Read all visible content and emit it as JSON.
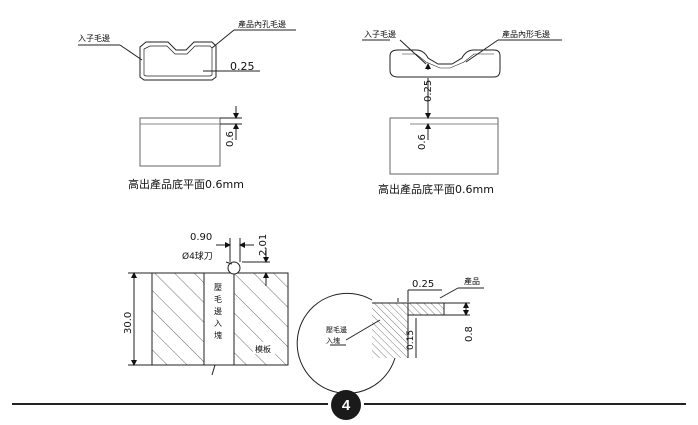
{
  "figure": {
    "panel_a": {
      "label_entry_burr": "入子毛邊",
      "label_product_hole_burr": "產品內孔毛邊",
      "dim_gap": "0.25",
      "dim_height": "0.6",
      "caption": "高出產品底平面0.6mm"
    },
    "panel_b": {
      "label_entry_burr": "入子毛邊",
      "label_product_shape_burr": "產品內形毛邊",
      "dim_gap": "0.25",
      "dim_height": "0.6",
      "caption": "高出產品底平面0.6mm"
    },
    "panel_c": {
      "dim_width": "0.90",
      "dim_ball_tool": "Ø4球刀",
      "dim_top": "2.01",
      "dim_depth": "30.0",
      "insert_label_chars": [
        "壓",
        "毛",
        "邊",
        "入",
        "塊"
      ],
      "plate_label": "模板"
    },
    "panel_d": {
      "dim_gap": "0.25",
      "label_product": "產品",
      "label_insert": [
        "壓毛邊",
        "入塊"
      ],
      "dim_small": "0.15",
      "dim_height": "0.8"
    },
    "page_number": "4"
  }
}
